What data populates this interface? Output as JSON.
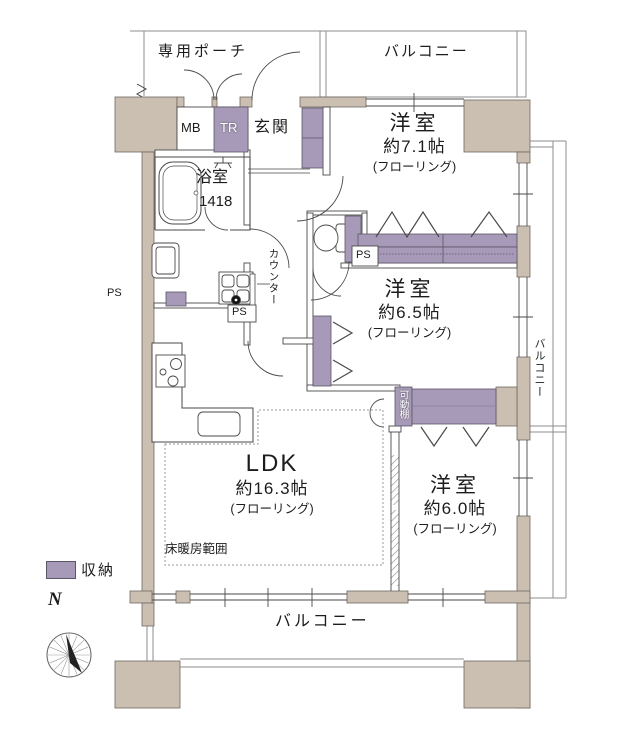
{
  "labels": {
    "private_porch": "専用ポーチ",
    "balcony_top": "バルコニー",
    "balcony_right": "バルコニー",
    "balcony_bottom": "バルコニー",
    "mb": "MB",
    "tr": "TR",
    "entrance": "玄関",
    "bathroom": "浴室",
    "bathroom_size": "1418",
    "counter": "カウンター",
    "ps_left": "PS",
    "ps_kitchen": "PS",
    "ps_closet": "PS",
    "movable_shelf": "可動棚",
    "floor_heating": "床暖房範囲"
  },
  "rooms": [
    {
      "name": "洋室",
      "size": "約7.1帖",
      "floor": "(フローリング)"
    },
    {
      "name": "洋室",
      "size": "約6.5帖",
      "floor": "(フローリング)"
    },
    {
      "name": "洋室",
      "size": "約6.0帖",
      "floor": "(フローリング)"
    },
    {
      "name": "LDK",
      "size": "約16.3帖",
      "floor": "(フローリング)"
    }
  ],
  "legend": {
    "storage": "収納"
  },
  "compass": {
    "north": "N"
  },
  "colors": {
    "wall": "#cbbfb2",
    "storage": "#a79ab8",
    "line": "#4a4a4a"
  }
}
